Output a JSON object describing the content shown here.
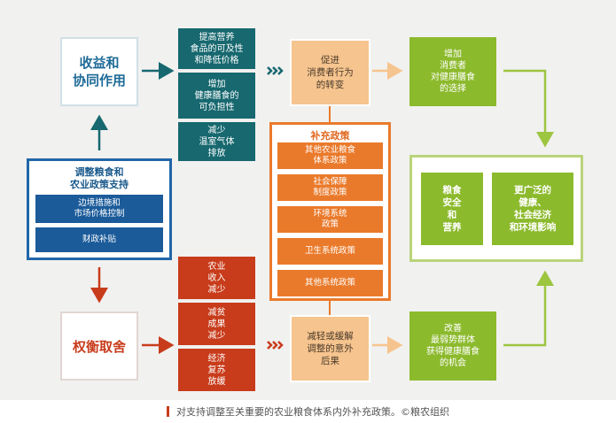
{
  "left_top": {
    "label": "收益和\n协同作用"
  },
  "left_bottom": {
    "label": "权衡取舍"
  },
  "policy": {
    "title": "调整粮食和\n农业政策支持",
    "items": [
      "边境措施和\n市场价格控制",
      "财政补贴"
    ]
  },
  "teal_boxes": [
    "提高营养\n食品的可及性\n和降低价格",
    "增加\n健康膳食的\n可负担性",
    "减少\n温室气体\n排放"
  ],
  "red_boxes": [
    "农业\n收入\n减少",
    "减贫\n成果\n减少",
    "经济\n复苏\n放缓"
  ],
  "consumer_box": {
    "label": "促进\n消费者行为\n的转变"
  },
  "mitigate_box": {
    "label": "减轻或缓解\n调整的意外\n后果"
  },
  "complementary": {
    "title": "补充政策",
    "items": [
      "其他农业粮食\n体系政策",
      "社会保障\n制度政策",
      "环境系统\n政策",
      "卫生系统政策",
      "其他系统政策"
    ]
  },
  "green_top": {
    "label": "增加\n消费者\n对健康膳食\n的选择"
  },
  "green_bottom": {
    "label": "改善\n最弱势群体\n获得健康膳食\n的机会"
  },
  "outcomes": [
    "粮食\n安全\n和\n营养",
    "更广泛的\n健康、\n社会经济\n和环境影响"
  ],
  "caption": "对支持调整至关重要的农业粮食体系内外补充政策。©粮农组织",
  "colors": {
    "teal": "#17686f",
    "red": "#c83c1b",
    "blue": "#2066a8",
    "orange": "#ea7a2b",
    "green": "#8cba2d",
    "soft_orange": "#f6c48e"
  }
}
